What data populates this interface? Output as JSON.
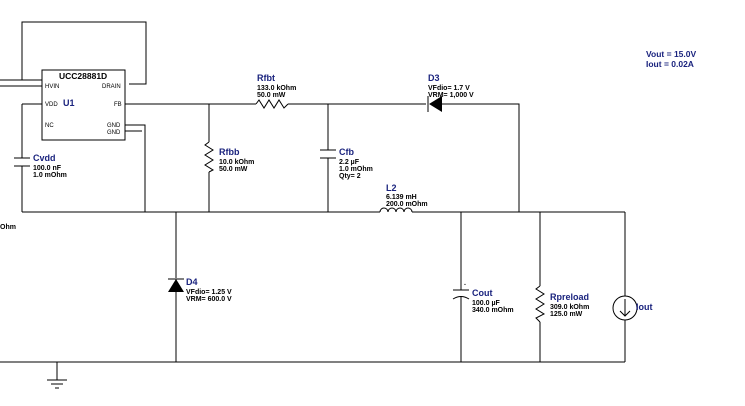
{
  "ic": {
    "part": "UCC28881D",
    "ref": "U1",
    "pins": {
      "hvin": "HVIN",
      "drain": "DRAIN",
      "vdd": "VDD",
      "fb": "FB",
      "nc": "NC",
      "gnd1": "GND",
      "gnd2": "GND"
    }
  },
  "components": {
    "rfbt": {
      "ref": "Rfbt",
      "v1": "133.0 kOhm",
      "v2": "50.0 mW"
    },
    "d3": {
      "ref": "D3",
      "v1": "VFdio= 1.7 V",
      "v2": "VRM= 1,000 V"
    },
    "rfbb": {
      "ref": "Rfbb",
      "v1": "10.0 kOhm",
      "v2": "50.0 mW"
    },
    "cfb": {
      "ref": "Cfb",
      "v1": "2.2 µF",
      "v2": "1.0 mOhm",
      "v3": "Qty= 2"
    },
    "cvdd": {
      "ref": "Cvdd",
      "v1": "100.0 nF",
      "v2": "1.0 mOhm"
    },
    "l2": {
      "ref": "L2",
      "v1": "6.139 mH",
      "v2": "200.0 mOhm"
    },
    "d4": {
      "ref": "D4",
      "v1": "VFdio= 1.25 V",
      "v2": "VRM= 600.0 V"
    },
    "cout": {
      "ref": "Cout",
      "v1": "100.0 µF",
      "v2": "340.0 mOhm"
    },
    "rpreload": {
      "ref": "Rpreload",
      "v1": "309.0 kOhm",
      "v2": "125.0 mW"
    },
    "iout": {
      "ref": "Iout"
    }
  },
  "edge_label": "Ohm",
  "specs": {
    "vout": "Vout = 15.0V",
    "iout": "Iout = 0.02A"
  }
}
